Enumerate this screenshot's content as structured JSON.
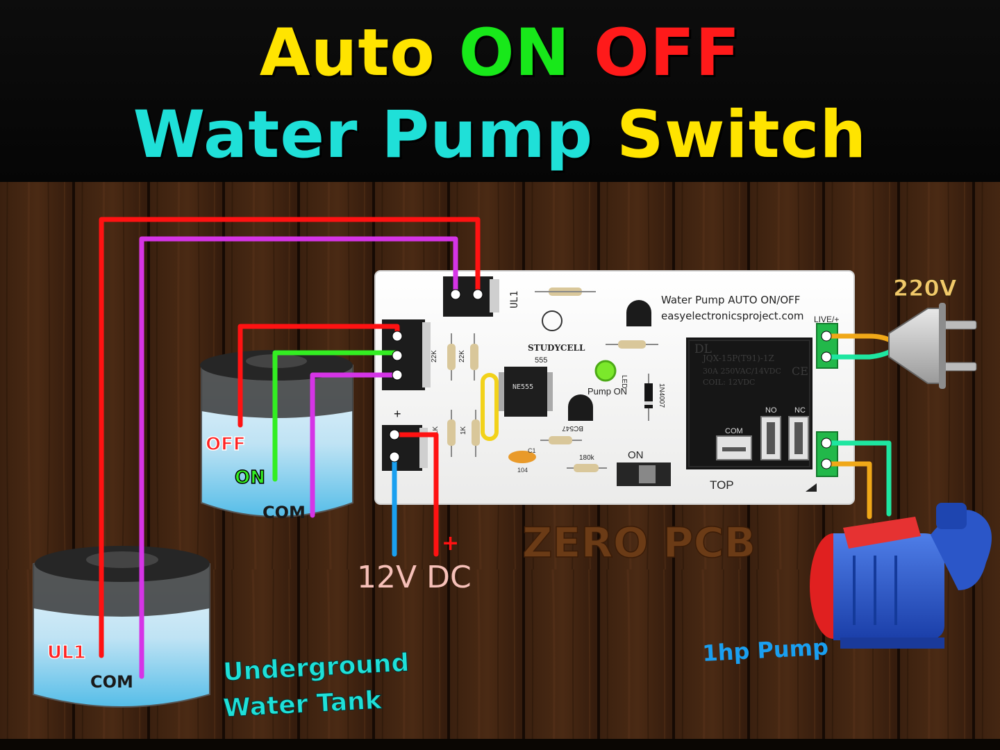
{
  "title": {
    "line1": [
      {
        "text": "Auto",
        "color": "#ffe400"
      },
      {
        "text": "ON",
        "color": "#18e81a"
      },
      {
        "text": "OFF",
        "color": "#ff1a1a"
      }
    ],
    "line2": [
      {
        "text": "Water",
        "color": "#1fe0d8"
      },
      {
        "text": "Pump",
        "color": "#1fe0d8"
      },
      {
        "text": "Switch",
        "color": "#ffe400"
      }
    ]
  },
  "board": {
    "heading1": "Water Pump AUTO ON/OFF",
    "heading2": "easyelectronicsproject.com",
    "ul1": "UL1",
    "studycell": "STUDYCELL",
    "ic": "555",
    "r22k_a": "22K",
    "r22k_b": "22K",
    "r1k_a": "1K",
    "r1k_b": "1K",
    "led": "LED",
    "pump_on": "Pump ON",
    "diode": "1N4007",
    "transistor": "BC547",
    "cap": "104",
    "cap_label": "C1",
    "r180k": "180k",
    "on_switch": "ON",
    "relay_brand": "DL",
    "relay_model": "JQX-15P(T91)-1Z",
    "relay_rating": "30A 250VAC/14VDC",
    "relay_coil": "COIL: 12VDC",
    "relay_ce": "CE",
    "com": "COM",
    "no": "NO",
    "nc": "NC",
    "top": "TOP",
    "live": "LIVE/+",
    "plus": "+"
  },
  "labels": {
    "v220": "220V",
    "off": "OFF",
    "on": "ON",
    "com_top": "COM",
    "ul1": "UL1",
    "com_under": "COM",
    "underground1": "Underground",
    "underground2": "Water Tank",
    "dc": "12V DC",
    "plus": "+",
    "zero_pcb": "ZERO PCB",
    "pump": "1hp Pump"
  },
  "colors": {
    "wire_red": "#ff1212",
    "wire_purple": "#d534e6",
    "wire_green": "#33ee22",
    "wire_blue": "#1aa0f0",
    "wire_orange": "#f0a818",
    "wire_teal": "#1ee6a0",
    "label_red": "#ff2222",
    "label_green": "#33ee22",
    "label_cyan": "#1fe0d8",
    "label_gold": "#f2c96a",
    "label_pink": "#f6c0b8",
    "zero_pcb": "#6b3b16"
  }
}
